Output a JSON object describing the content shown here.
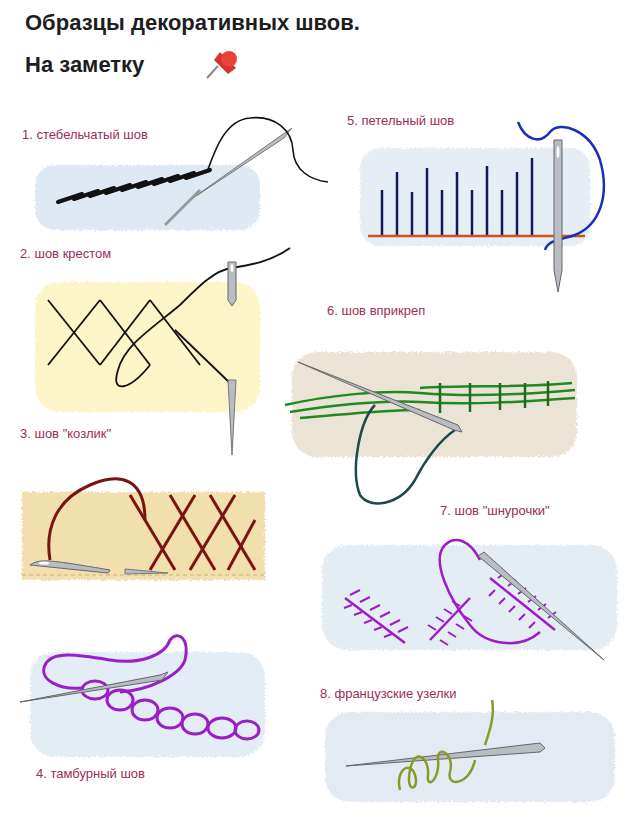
{
  "diagram": {
    "title": "Образцы декоративных швов.",
    "labels": [
      "На заметку",
      "1. стебельчатый шов",
      "2. шов крестом",
      "3. шов \"козлик\"",
      "4. тамбурный шов",
      "5. петельный шов",
      "6. шов вприкреп",
      "7. шов \"шнурочки\"",
      "8. французские узелки"
    ]
  }
}
